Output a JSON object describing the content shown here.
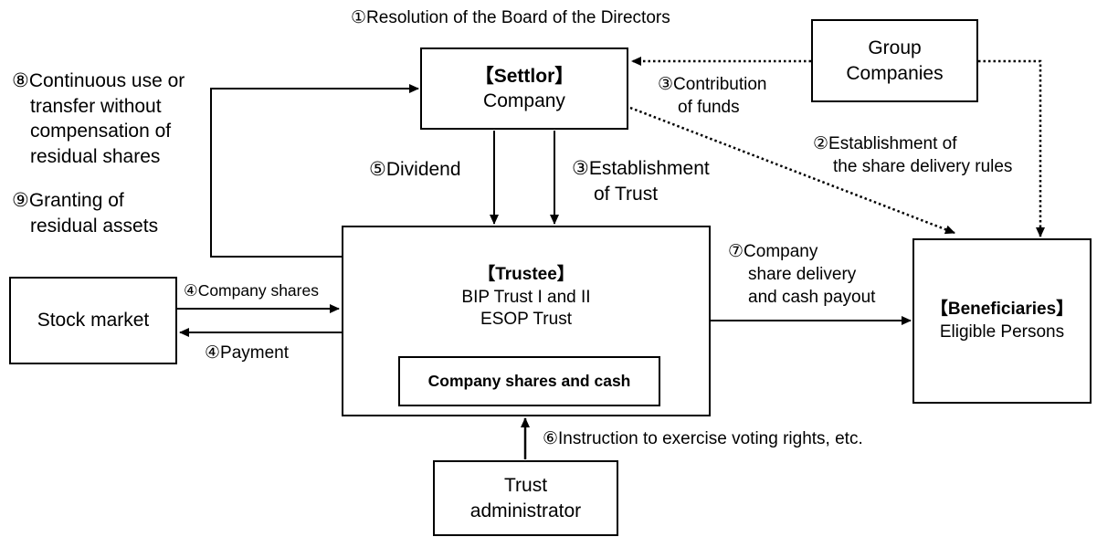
{
  "nodes": {
    "settlor": {
      "title": "【Settlor】",
      "subtitle": "Company"
    },
    "group": {
      "line1": "Group",
      "line2": "Companies"
    },
    "trustee": {
      "title": "【Trustee】",
      "line1": "BIP Trust I and II",
      "line2": "ESOP Trust"
    },
    "inner": {
      "label": "Company shares and cash"
    },
    "stock": {
      "label": "Stock market"
    },
    "beneficiaries": {
      "title": "【Beneficiaries】",
      "subtitle": "Eligible Persons"
    },
    "admin": {
      "line1": "Trust",
      "line2": "administrator"
    }
  },
  "edges": {
    "resolution": "①Resolution of the Board of the Directors",
    "delivery_rules": {
      "line1": "②Establishment of",
      "line2": "the share delivery rules"
    },
    "contribution": {
      "line1": "③Contribution",
      "line2": "of funds"
    },
    "establishment": {
      "line1": "③Establishment",
      "line2": "of Trust"
    },
    "shares": "④Company shares",
    "payment": "④Payment",
    "dividend": "⑤Dividend",
    "instruction": "⑥Instruction to exercise voting rights, etc.",
    "delivery": {
      "line1": "⑦Company",
      "line2": "share delivery",
      "line3": "and cash payout"
    },
    "continuous": {
      "line1": "⑧Continuous use or",
      "line2": "transfer without",
      "line3": "compensation of",
      "line4": "residual shares"
    },
    "granting": {
      "line1": "⑨Granting of",
      "line2": "residual assets"
    }
  },
  "colors": {
    "stroke": "#000000",
    "background": "#ffffff"
  }
}
